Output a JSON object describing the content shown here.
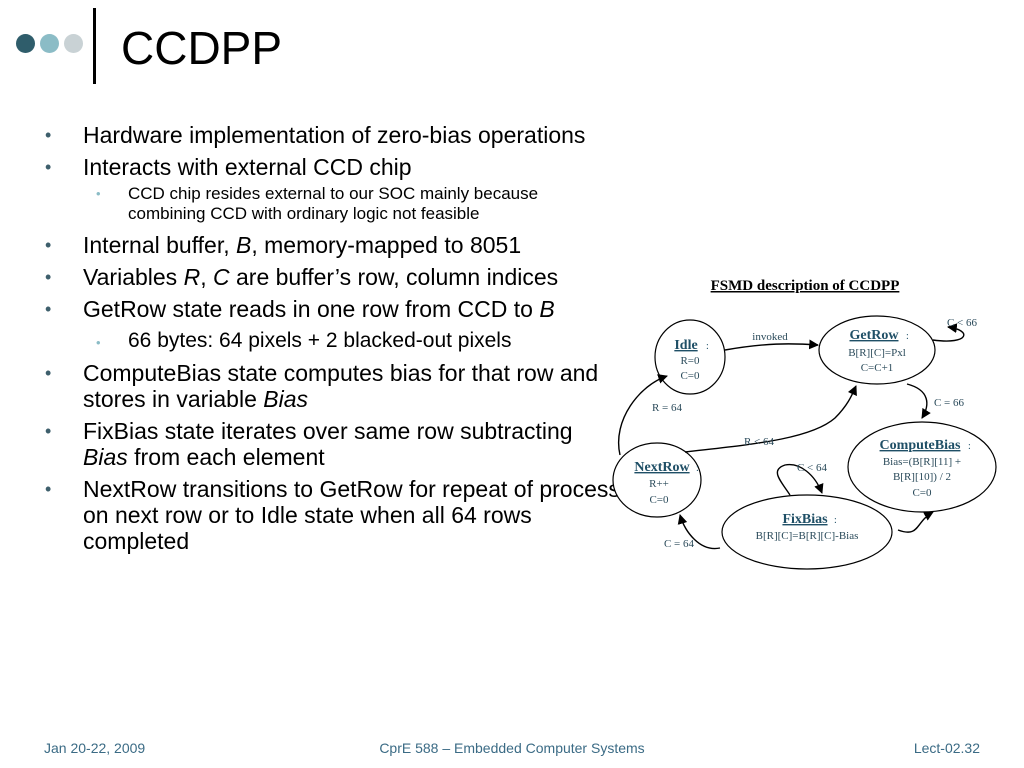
{
  "slide": {
    "title": "CCDPP",
    "dot_colors": [
      "#2f5d6b",
      "#8bbcc6",
      "#c9d2d5"
    ]
  },
  "bullets": {
    "b1": "Hardware implementation of zero-bias operations",
    "b2": "Interacts with external CCD chip",
    "b2_sub": "CCD chip resides external to our SOC mainly because combining CCD with ordinary logic not feasible",
    "b3_pre": "Internal buffer, ",
    "b3_var": "B",
    "b3_post": ", memory-mapped to 8051",
    "b4_pre": "Variables ",
    "b4_var1": "R",
    "b4_sep": ", ",
    "b4_var2": "C",
    "b4_post": " are buffer’s row, column indices",
    "b5_pre": "GetRow state reads in one row from CCD to ",
    "b5_var": "B",
    "b5_sub": "66 bytes: 64 pixels + 2 blacked-out pixels",
    "b6_pre": "ComputeBias state computes bias for that row and stores in variable ",
    "b6_var": "Bias",
    "b7_pre": "FixBias state iterates over same row subtracting ",
    "b7_var": "Bias",
    "b7_post": " from each element",
    "b8": "NextRow transitions to GetRow for repeat of process on next row or to Idle state when all 64 rows completed"
  },
  "diagram": {
    "title": "FSMD description of CCDPP",
    "states": {
      "idle": {
        "name": "Idle",
        "lines": [
          "R=0",
          "C=0"
        ]
      },
      "getrow": {
        "name": "GetRow",
        "lines": [
          "B[R][C]=Pxl",
          "C=C+1"
        ]
      },
      "computebias": {
        "name": "ComputeBias",
        "lines": [
          "Bias=(B[R][11] +",
          "B[R][10]) / 2",
          "C=0"
        ]
      },
      "fixbias": {
        "name": "FixBias",
        "lines": [
          "B[R][C]=B[R][C]-Bias"
        ]
      },
      "nextrow": {
        "name": "NextRow",
        "lines": [
          "R++",
          "C=0"
        ]
      }
    },
    "transitions": {
      "invoked": "invoked",
      "c_lt_66": "C < 66",
      "c_eq_66": "C = 66",
      "r_eq_64": "R = 64",
      "r_lt_64": "R < 64",
      "c_lt_64": "C < 64",
      "c_eq_64": "C = 64"
    },
    "colors": {
      "state_name": "#1f4f66",
      "state_text": "#2a4a5a",
      "edge": "#000000"
    }
  },
  "footer": {
    "date": "Jan 20-22, 2009",
    "course": "CprE 588 – Embedded Computer Systems",
    "lecture": "Lect-02.32",
    "color": "#3b6b85"
  }
}
